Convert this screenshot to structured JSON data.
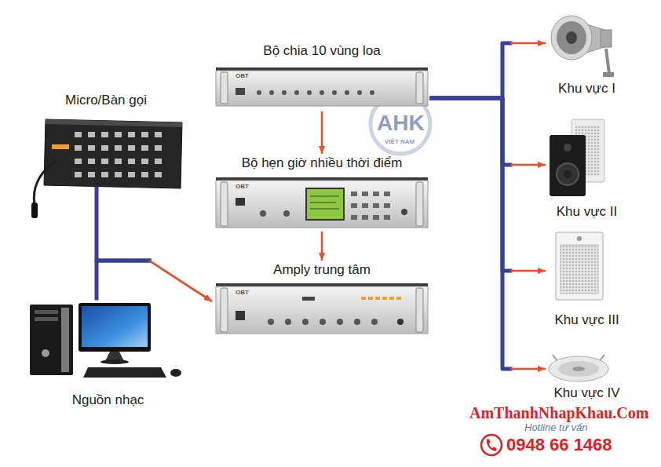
{
  "diagram": {
    "nodes": [
      {
        "text": [
          "Micro/Bàn gọi"
        ]
      },
      {
        "text": [
          "Bộ chia 10 vùng loa"
        ]
      },
      {
        "text": [
          "Bộ hẹn giờ nhiều thời điểm"
        ]
      },
      {
        "text": [
          "Amply trung tâm"
        ]
      },
      {
        "text": [
          "Nguồn nhạc"
        ]
      },
      {
        "text": [
          "Khu vực I"
        ]
      },
      {
        "text": [
          "Khu vực II"
        ]
      },
      {
        "text": [
          "Khu vực III"
        ]
      },
      {
        "text": [
          "Khu vực IV"
        ]
      }
    ],
    "edges": [
      {
        "from": 1,
        "to": 2,
        "arrow": "to"
      },
      {
        "from": 2,
        "to": 3,
        "arrow": "to"
      },
      {
        "from": 0,
        "to": 3,
        "arrow": "to"
      },
      {
        "from": 4,
        "to": 3,
        "arrow": "to"
      },
      {
        "from": 1,
        "to": 5,
        "arrow": "to"
      },
      {
        "from": 1,
        "to": 6,
        "arrow": "to"
      },
      {
        "from": 1,
        "to": 7,
        "arrow": "to"
      },
      {
        "from": 1,
        "to": 8,
        "arrow": "to"
      }
    ],
    "labels": [
      "OBT",
      "OBT",
      "OBT",
      "AHK",
      "VIỆT NAM",
      "AmThanhNhapKhau.Com",
      "Hotline tư vấn",
      "0948 66 1468"
    ]
  }
}
